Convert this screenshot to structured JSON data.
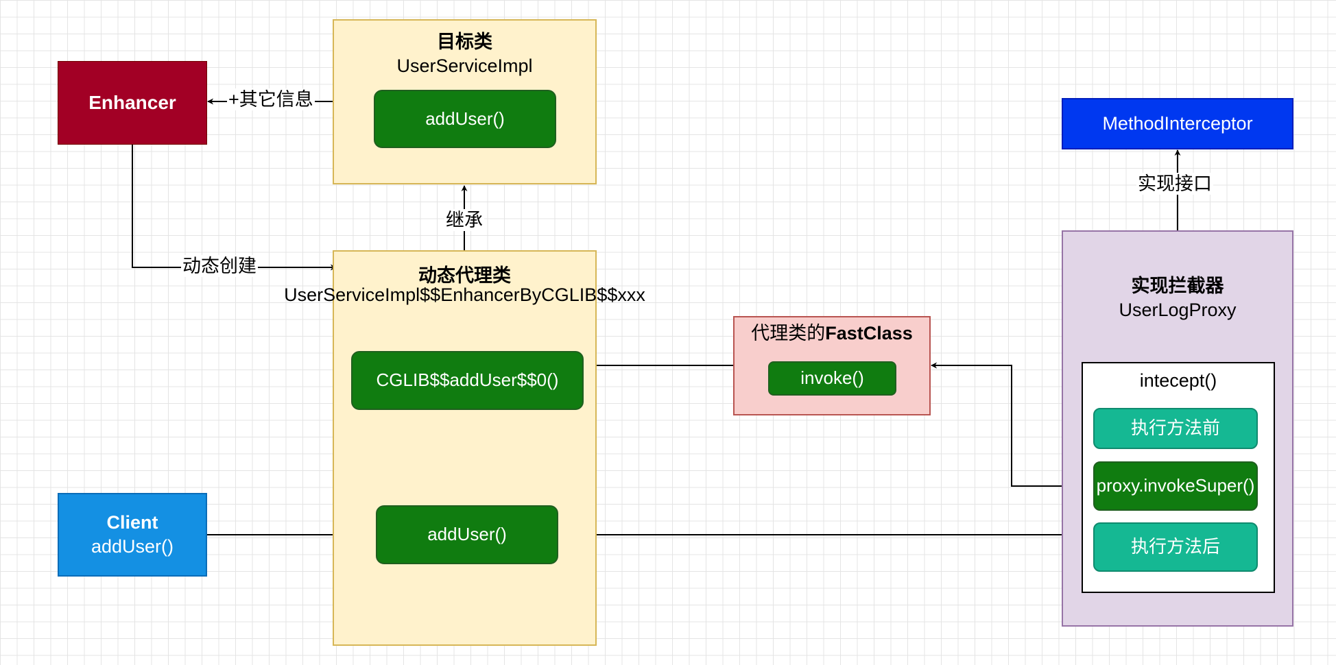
{
  "nodes": {
    "enhancer": {
      "label": "Enhancer"
    },
    "target_class": {
      "title": "目标类",
      "name": "UserServiceImpl",
      "method": "addUser()"
    },
    "method_interceptor": {
      "label": "MethodInterceptor"
    },
    "proxy_class": {
      "title": "动态代理类",
      "name": "UserServiceImpl$$EnhancerByCGLIB$$xxx",
      "cglib_method": "CGLIB$$addUser$$0()",
      "method": "addUser()"
    },
    "fastclass": {
      "title_prefix": "代理类的",
      "title_bold": "FastClass",
      "method": "invoke()"
    },
    "interceptor_impl": {
      "title": "实现拦截器",
      "name": "UserLogProxy",
      "intercept_box": {
        "title": "intecept()",
        "before": "执行方法前",
        "invoke_super": "proxy.invokeSuper()",
        "after": "执行方法后"
      }
    },
    "client": {
      "title": "Client",
      "method": "addUser()"
    }
  },
  "edges": {
    "other_info": "+其它信息",
    "dynamic_create": "动态创建",
    "inherit": "继承",
    "implements": "实现接口"
  },
  "colors": {
    "enhancer": "#a20025",
    "target_fill": "#fff2cc",
    "target_stroke": "#d6b656",
    "method_interceptor": "#0038f0",
    "interceptor_fill": "#e1d5e7",
    "interceptor_stroke": "#9673a6",
    "fastclass_fill": "#f8cecc",
    "fastclass_stroke": "#b85450",
    "client": "#1490e3",
    "method_green": "#107c10",
    "teal": "#15b893"
  }
}
